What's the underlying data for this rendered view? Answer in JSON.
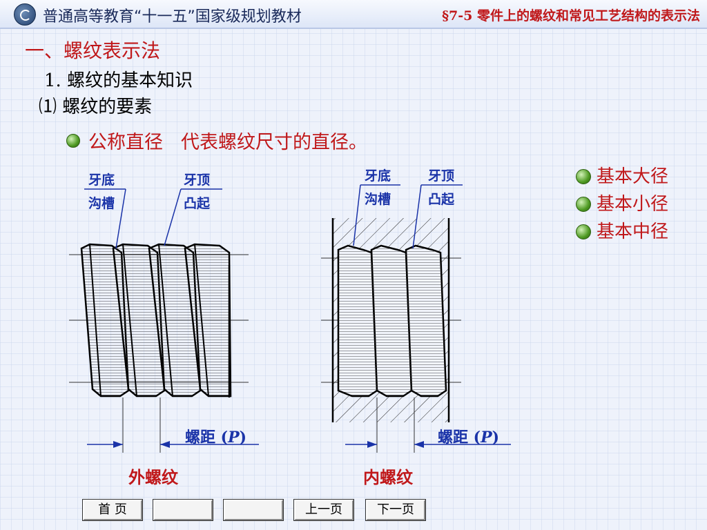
{
  "header": {
    "title": "普通高等教育“十一五”国家级规划教材",
    "section": "§7-5  零件上的螺纹和常见工艺结构的表示法"
  },
  "content": {
    "heading1": "一、螺纹表示法",
    "heading2": "1. 螺纹的基本知识",
    "heading3": "⑴ 螺纹的要素",
    "bullet_term": "公称直径",
    "bullet_desc": "代表螺纹尺寸的直径。"
  },
  "links": [
    {
      "label": "基本大径"
    },
    {
      "label": "基本小径"
    },
    {
      "label": "基本中径"
    }
  ],
  "diagram": {
    "external": {
      "root_label": "牙底",
      "root_label2": "沟槽",
      "crest_label": "牙顶",
      "crest_label2": "凸起",
      "pitch_label": "螺距",
      "pitch_symbol": "P",
      "caption": "外螺纹"
    },
    "internal": {
      "root_label": "牙底",
      "root_label2": "沟槽",
      "crest_label": "牙顶",
      "crest_label2": "凸起",
      "pitch_label": "螺距",
      "pitch_symbol": "P",
      "caption": "内螺纹"
    }
  },
  "nav": {
    "home": "首 页",
    "blank1": "",
    "blank2": "",
    "prev": "上一页",
    "next": "下一页"
  },
  "colors": {
    "accent_red": "#c0181a",
    "label_blue": "#1a33a8",
    "bullet_green": "#4e9a22"
  }
}
